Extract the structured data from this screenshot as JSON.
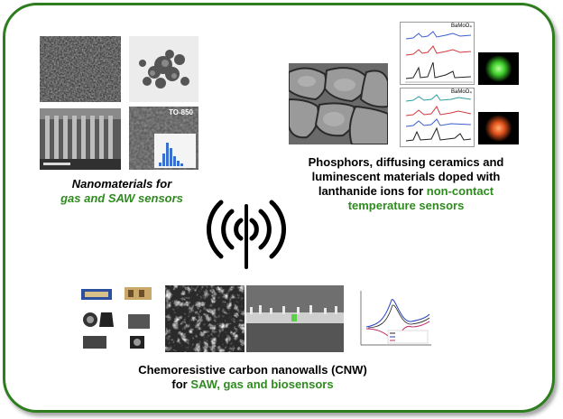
{
  "captions": {
    "nano": {
      "line1": "Nanomaterials  for",
      "line2": "gas and SAW sensors"
    },
    "phos": {
      "line1": "Phosphors, diffusing ceramics and",
      "line2": "luminescent materials doped with",
      "line3a": "lanthanide ions for ",
      "line3b": "non-contact",
      "line4": "temperature sensors"
    },
    "cnw": {
      "line1": "Chemoresistive carbon nanowalls (CNW)",
      "line2a": "for ",
      "line2b": "SAW, gas and biosensors"
    }
  },
  "inset_labels": {
    "tem_tag": "TO-850",
    "xrd_top_tag": "BaMoO₄",
    "xrd_bottom_tag": "BaMoO₄"
  },
  "colors": {
    "accent_green": "#2e8b1e",
    "frame_green": "#2e7d1e"
  },
  "icons": {
    "center": "wireless-signal-icon"
  }
}
